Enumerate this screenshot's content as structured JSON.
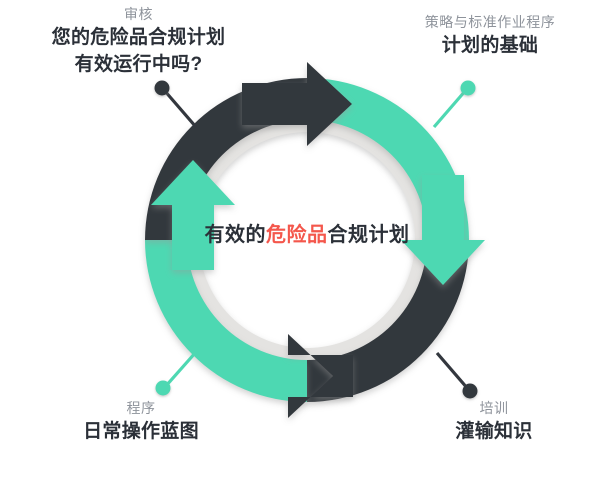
{
  "diagram": {
    "type": "cycle-diagram",
    "center": {
      "text_before": "有效的",
      "text_highlight": "危险品",
      "text_after": "合规计划",
      "highlight_color": "#f4574c",
      "text_color": "#2b3038"
    },
    "colors": {
      "teal": "#4ed8b2",
      "dark": "#33373e",
      "base_ring": "#e4e3e1",
      "background": "#ffffff",
      "kicker_text": "#8e939b",
      "headline_text": "#2b3038"
    },
    "steps": [
      {
        "id": "policy",
        "kicker": "策略与标准作业程序",
        "headline": "计划的基础",
        "marker_color": "#4ed8b2",
        "position": "top-right"
      },
      {
        "id": "training",
        "kicker": "培训",
        "headline": "灌输知识",
        "marker_color": "#33373e",
        "position": "bottom-right"
      },
      {
        "id": "procedure",
        "kicker": "程序",
        "headline": "日常操作蓝图",
        "marker_color": "#4ed8b2",
        "position": "bottom-left"
      },
      {
        "id": "audit",
        "kicker": "审核",
        "headline_line1": "您的危险品合规计划",
        "headline_line2": "有效运行中吗?",
        "marker_color": "#33373e",
        "position": "top-left"
      }
    ]
  }
}
